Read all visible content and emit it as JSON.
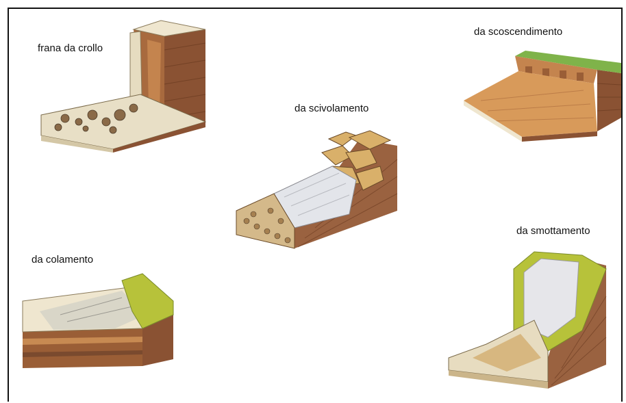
{
  "labels": {
    "crollo": "frana da crollo",
    "scoscendimento": "da scoscendimento",
    "scivolamento": "da scivolamento",
    "colamento": "da colamento",
    "smottamento": "da smottamento"
  },
  "colors": {
    "rock_dark": "#7a4a2e",
    "rock_mid": "#a8693f",
    "rock_light": "#c98d5a",
    "cream": "#efe6cf",
    "white_slide": "#dfe1e4",
    "grass": "#b7c23a",
    "green_top": "#7fb34a",
    "rubble": "#b08a52"
  }
}
